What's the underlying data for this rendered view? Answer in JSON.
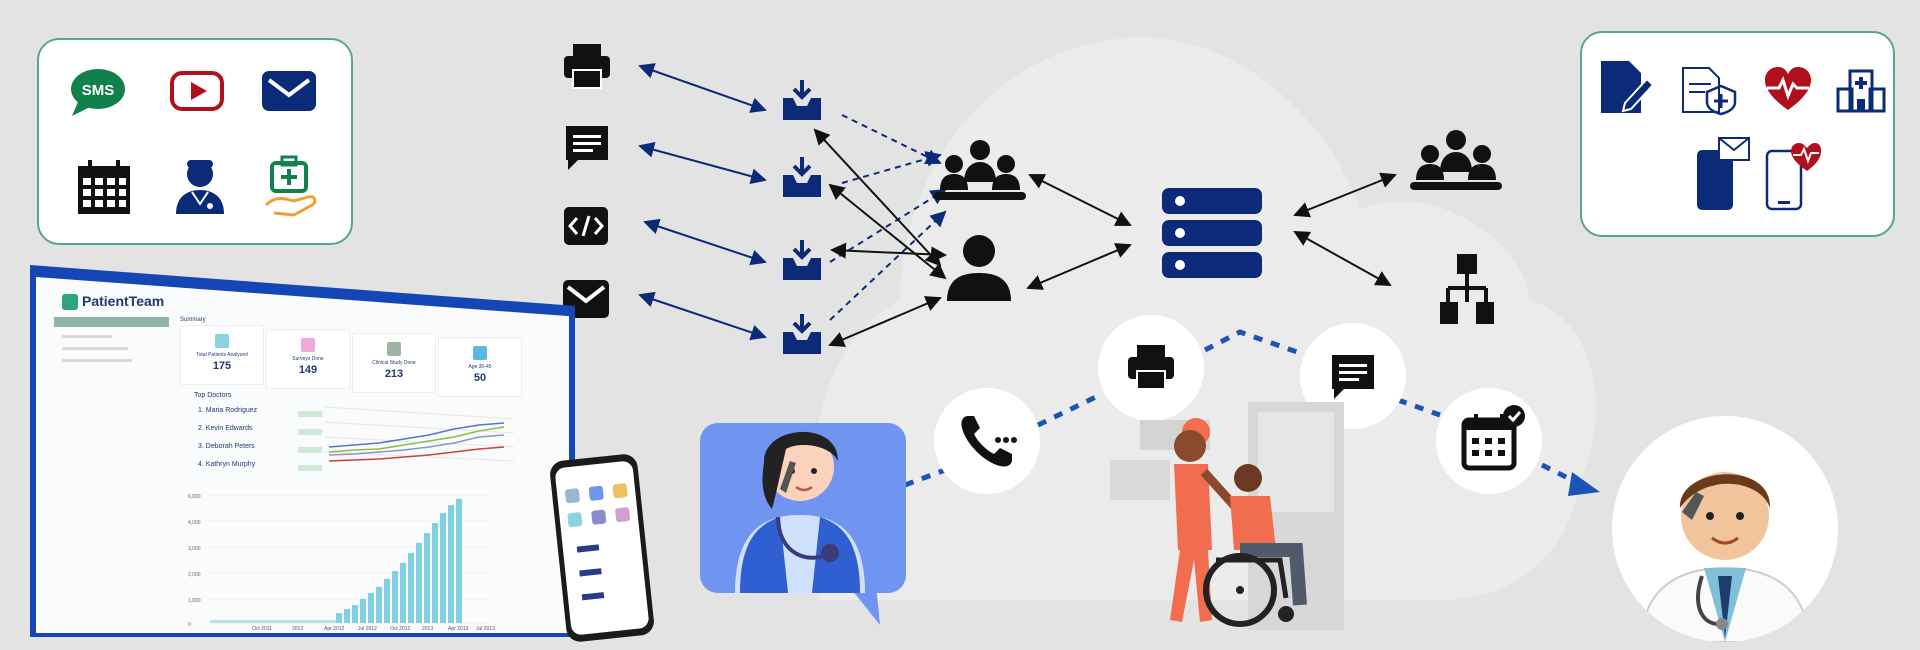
{
  "colors": {
    "navy": "#0b2a78",
    "red": "#b0101c",
    "green": "#12804a",
    "orange": "#f0a030",
    "dark": "#111111",
    "background": "#e3e3e3",
    "cloud": "#ebebeb"
  },
  "channels_card": {
    "icons": [
      "sms-bubble-icon",
      "youtube-icon",
      "email-envelope-icon",
      "calendar-icon",
      "doctor-icon",
      "medical-kit-hand-icon"
    ],
    "sms_label": "SMS"
  },
  "input_icons": [
    "printer-icon",
    "message-icon",
    "code-icon",
    "envelope-icon"
  ],
  "inbox_icons": [
    "inbox-tray-icon",
    "inbox-tray-icon",
    "inbox-tray-icon",
    "inbox-tray-icon"
  ],
  "cloud_icons": [
    "team-meeting-icon",
    "user-icon",
    "server-stack-icon",
    "team-icon",
    "org-chart-icon"
  ],
  "workflow_icons": [
    "phone-call-icon",
    "printer-icon",
    "message-icon",
    "calendar-check-icon"
  ],
  "health_card": {
    "icons": [
      "document-edit-icon",
      "health-insurance-doc-icon",
      "heart-pulse-icon",
      "hospital-icon",
      "mobile-message-icon",
      "mobile-heart-icon"
    ]
  },
  "dashboard": {
    "brand_name": "PatientTeam",
    "summary_label": "Summary",
    "stats": [
      {
        "label": "Total Patients Analyzed",
        "value": "175"
      },
      {
        "label": "Surveys Done",
        "value": "149"
      },
      {
        "label": "Clinical Study Done",
        "value": "213"
      },
      {
        "label": "Age 30-45",
        "value": "50"
      }
    ],
    "top_doctors_label": "Top Doctors",
    "doctors": [
      "1. Maria Rodriguez",
      "2. Kevin Edwards",
      "3. Deborah Peters",
      "4. Kathryn Murphy"
    ],
    "chart_ticks": [
      "6,000",
      "4,000",
      "3,000",
      "2,000",
      "1,000",
      "0"
    ],
    "chart_months": [
      "Oct 2011",
      "2012",
      "Apr 2012",
      "Jul 2012",
      "Oct 2012",
      "2013",
      "Apr 2013",
      "Jul 2013"
    ]
  }
}
